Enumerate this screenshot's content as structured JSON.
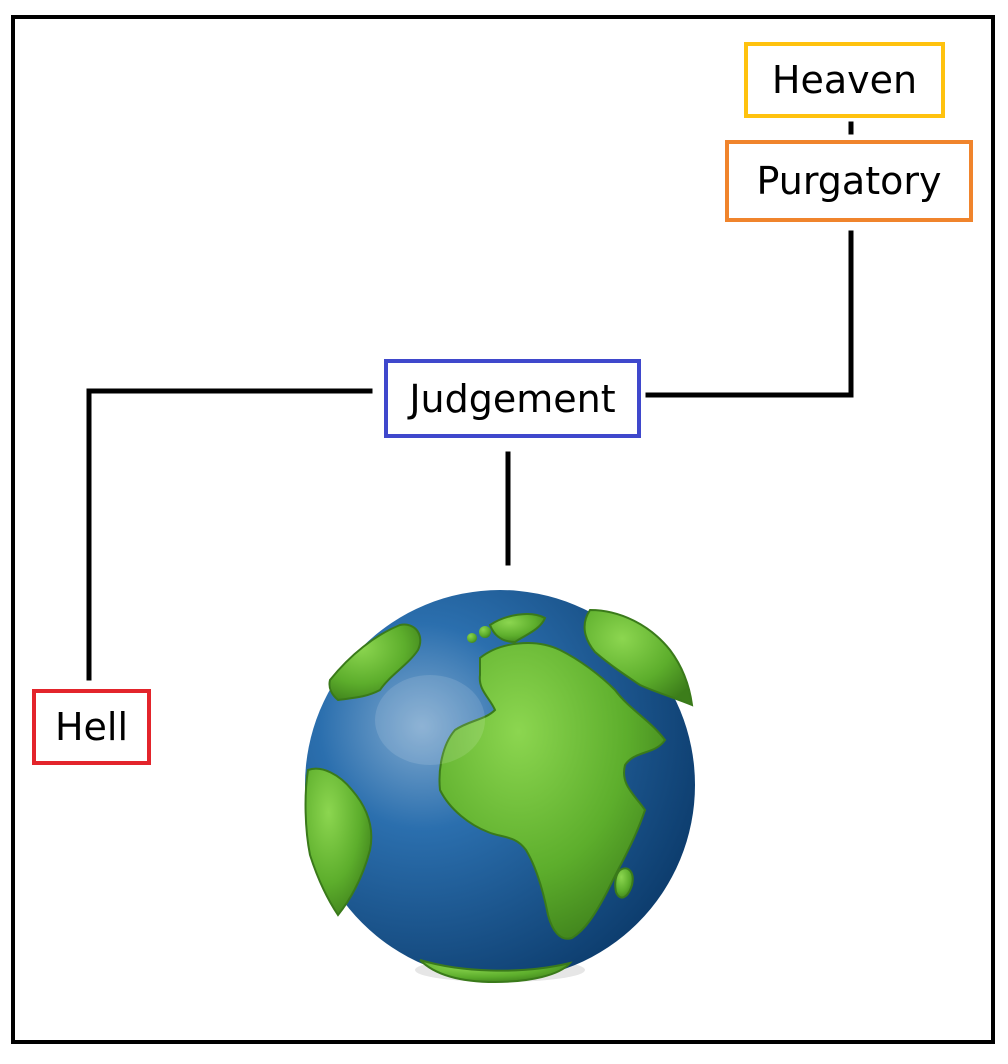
{
  "nodes": {
    "heaven": {
      "label": "Heaven",
      "border_color": "#ffc20e"
    },
    "purgatory": {
      "label": "Purgatory",
      "border_color": "#f0842c"
    },
    "judgement": {
      "label": "Judgement",
      "border_color": "#3f48cc"
    },
    "hell": {
      "label": "Hell",
      "border_color": "#e3242b"
    }
  },
  "edges": [
    {
      "from": "heaven",
      "to": "purgatory"
    },
    {
      "from": "purgatory",
      "to": "judgement"
    },
    {
      "from": "judgement",
      "to": "hell"
    },
    {
      "from": "judgement",
      "to": "earth"
    }
  ],
  "earth": {
    "icon": "earth-globe-icon",
    "ocean_color": "#1e5f9c",
    "land_color": "#5dae2c"
  }
}
